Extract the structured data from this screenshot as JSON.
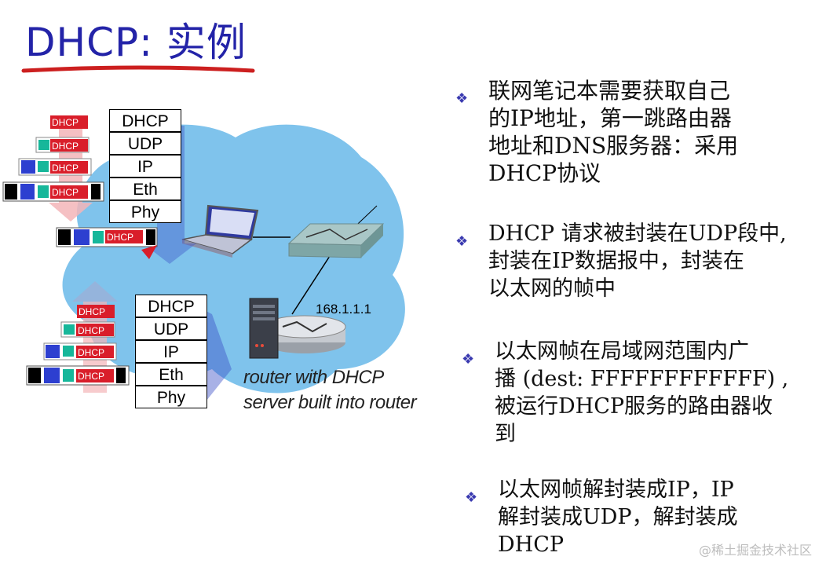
{
  "title": "DHCP: 实例",
  "stack_top": [
    "DHCP",
    "UDP",
    "IP",
    "Eth",
    "Phy"
  ],
  "stack_bottom": [
    "DHCP",
    "UDP",
    "IP",
    "Eth",
    "Phy"
  ],
  "packet_label": "DHCP",
  "router_ip": "168.1.1.1",
  "router_caption": "router with DHCP server built into router",
  "bullets": [
    "联网笔记本需要获取自己\n的IP地址，第一跳路由器\n地址和DNS服务器：采用\nDHCP协议",
    "DHCP 请求被封装在UDP段中,\n封装在IP数据报中，封装在\n以太网的帧中",
    "以太网帧在局域网范围内广\n播 (dest: FFFFFFFFFFFF) ,\n被运行DHCP服务的路由器收\n到",
    "以太网帧解封装成IP，IP\n解封装成UDP，解封装成\nDHCP"
  ],
  "watermark": "@稀土掘金技术社区",
  "colors": {
    "title": "#2323a8",
    "underline": "#cc1f1f",
    "cloud": "#7fc3ec",
    "bullet_mark": "#3a3ab0"
  }
}
